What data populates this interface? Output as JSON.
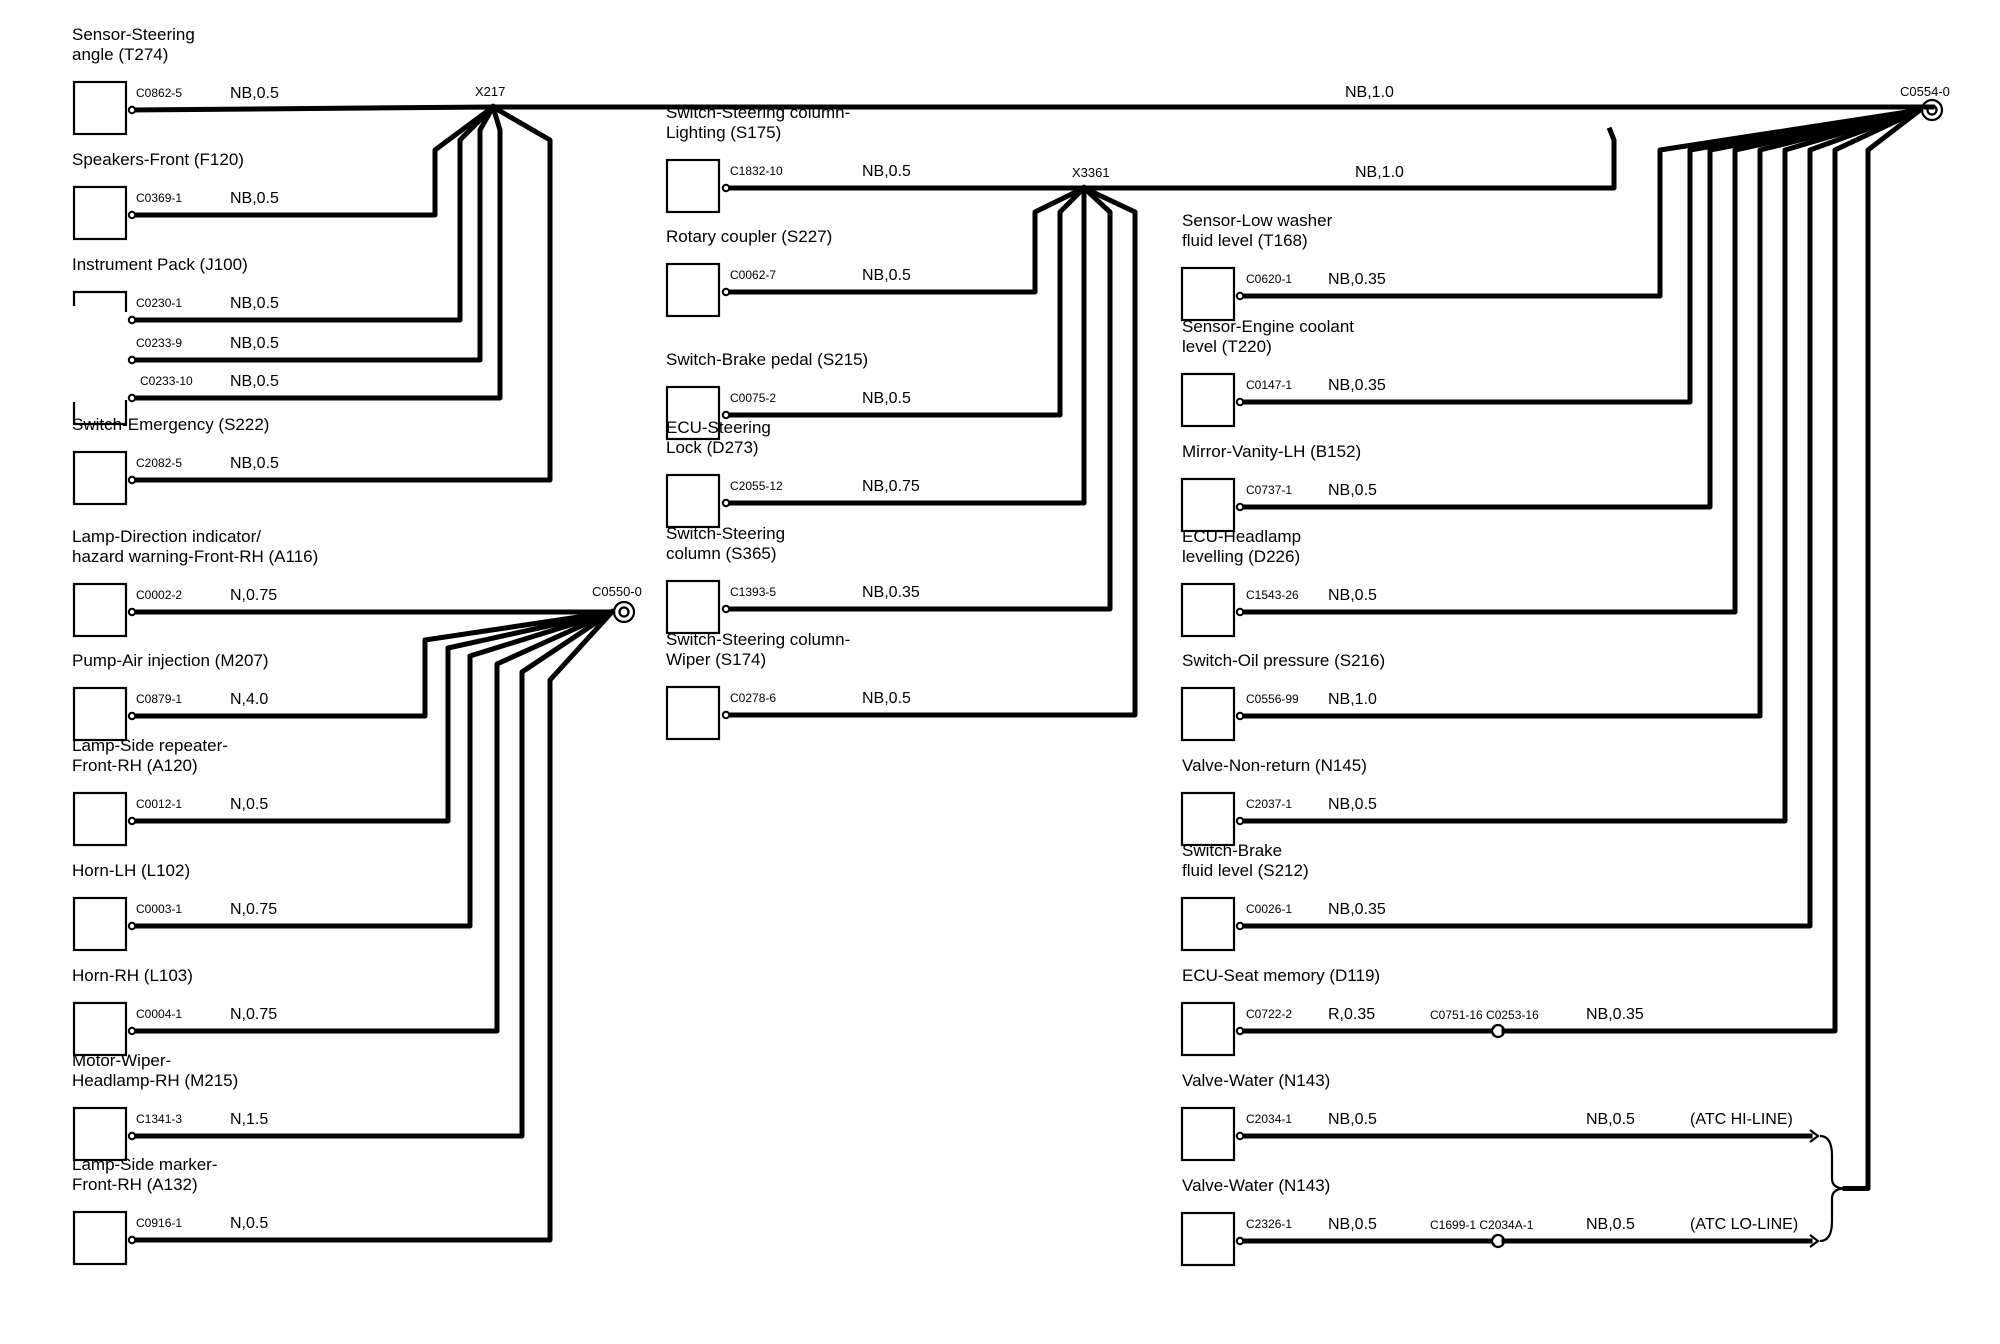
{
  "splices": {
    "x217": "X217",
    "x3361": "X3361",
    "c0554": "C0554-0",
    "c0550": "C0550-0"
  },
  "trunk": {
    "x217_spec": "NB,1.0",
    "x3361_spec": "NB,1.0"
  },
  "col1": [
    {
      "name": [
        "Sensor-Steering",
        "angle (T274)"
      ],
      "conn": "C0862-5",
      "spec": "NB,0.5"
    },
    {
      "name": [
        "Speakers-Front (F120)"
      ],
      "conn": "C0369-1",
      "spec": "NB,0.5"
    },
    {
      "name": [
        "Instrument Pack (J100)"
      ],
      "conn": "C0230-1",
      "spec": "NB,0.5",
      "conn2": "C0233-9",
      "spec2": "NB,0.5",
      "conn3": "C0233-10",
      "spec3": "NB,0.5"
    },
    {
      "name": [
        "Switch-Emergency (S222)"
      ],
      "conn": "C2082-5",
      "spec": "NB,0.5"
    },
    {
      "name": [
        "Lamp-Direction indicator/",
        "hazard warning-Front-RH (A116)"
      ],
      "conn": "C0002-2",
      "spec": "N,0.75"
    },
    {
      "name": [
        "Pump-Air injection (M207)"
      ],
      "conn": "C0879-1",
      "spec": "N,4.0"
    },
    {
      "name": [
        "Lamp-Side repeater-",
        "Front-RH (A120)"
      ],
      "conn": "C0012-1",
      "spec": "N,0.5"
    },
    {
      "name": [
        "Horn-LH (L102)"
      ],
      "conn": "C0003-1",
      "spec": "N,0.75"
    },
    {
      "name": [
        "Horn-RH (L103)"
      ],
      "conn": "C0004-1",
      "spec": "N,0.75"
    },
    {
      "name": [
        "Motor-Wiper-",
        "Headlamp-RH (M215)"
      ],
      "conn": "C1341-3",
      "spec": "N,1.5"
    },
    {
      "name": [
        "Lamp-Side marker-",
        "Front-RH (A132)"
      ],
      "conn": "C0916-1",
      "spec": "N,0.5"
    }
  ],
  "col2": [
    {
      "name": [
        "Switch-Steering column-",
        "Lighting (S175)"
      ],
      "conn": "C1832-10",
      "spec": "NB,0.5"
    },
    {
      "name": [
        "Rotary coupler (S227)"
      ],
      "conn": "C0062-7",
      "spec": "NB,0.5"
    },
    {
      "name": [
        "Switch-Brake pedal (S215)"
      ],
      "conn": "C0075-2",
      "spec": "NB,0.5"
    },
    {
      "name": [
        "ECU-Steering",
        "Lock (D273)"
      ],
      "conn": "C2055-12",
      "spec": "NB,0.75"
    },
    {
      "name": [
        "Switch-Steering",
        "column (S365)"
      ],
      "conn": "C1393-5",
      "spec": "NB,0.35"
    },
    {
      "name": [
        "Switch-Steering column-",
        "Wiper (S174)"
      ],
      "conn": "C0278-6",
      "spec": "NB,0.5"
    }
  ],
  "col3": [
    {
      "name": [
        "Sensor-Low washer",
        "fluid level (T168)"
      ],
      "conn": "C0620-1",
      "spec": "NB,0.35"
    },
    {
      "name": [
        "Sensor-Engine coolant",
        "level (T220)"
      ],
      "conn": "C0147-1",
      "spec": "NB,0.35"
    },
    {
      "name": [
        "Mirror-Vanity-LH (B152)"
      ],
      "conn": "C0737-1",
      "spec": "NB,0.5"
    },
    {
      "name": [
        "ECU-Headlamp",
        "levelling (D226)"
      ],
      "conn": "C1543-26",
      "spec": "NB,0.5"
    },
    {
      "name": [
        "Switch-Oil pressure (S216)"
      ],
      "conn": "C0556-99",
      "spec": "NB,1.0"
    },
    {
      "name": [
        "Valve-Non-return (N145)"
      ],
      "conn": "C2037-1",
      "spec": "NB,0.5"
    },
    {
      "name": [
        "Switch-Brake",
        "fluid level (S212)"
      ],
      "conn": "C0026-1",
      "spec": "NB,0.35"
    },
    {
      "name": [
        "ECU-Seat memory (D119)"
      ],
      "conn": "C0722-2",
      "spec": "R,0.35",
      "inline": "C0751-16 C0253-16",
      "spec2": "NB,0.35"
    },
    {
      "name": [
        "Valve-Water (N143)"
      ],
      "conn": "C2034-1",
      "spec": "NB,0.5",
      "note": "(ATC HI-LINE)"
    },
    {
      "name": [
        "Valve-Water (N143)"
      ],
      "conn": "C2326-1",
      "spec": "NB,0.5",
      "inline": "C1699-1 C2034A-1",
      "spec2": "NB,0.5",
      "note": "(ATC LO-LINE)"
    }
  ]
}
